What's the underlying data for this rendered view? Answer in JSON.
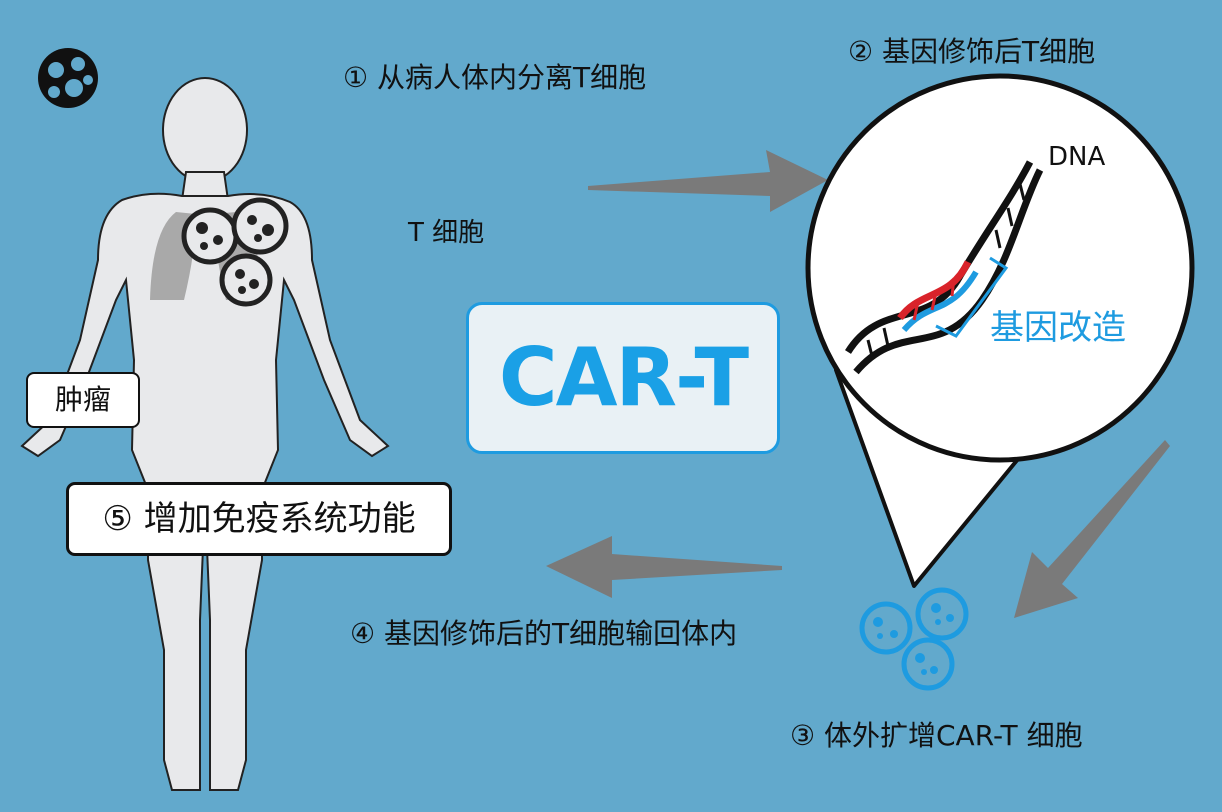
{
  "steps": {
    "step1": "① 从病人体内分离T细胞",
    "step2": "② 基因修饰后T细胞",
    "step3": "③ 体外扩增CAR-T 细胞",
    "step4": "④ 基因修饰后的T细胞输回体内",
    "step5": "⑤ 增加免疫系统功能"
  },
  "labels": {
    "t_cell": "T 细胞",
    "tumor": "肿瘤",
    "dna": "DNA",
    "gene_edit": "基因改造",
    "title": "CAR-T"
  },
  "colors": {
    "background": "#62a9cc",
    "accent_blue": "#1e9be0",
    "body_fill": "#e8e9eb",
    "arrow_gray": "#7a7a7a",
    "dna_red": "#d9232a"
  }
}
